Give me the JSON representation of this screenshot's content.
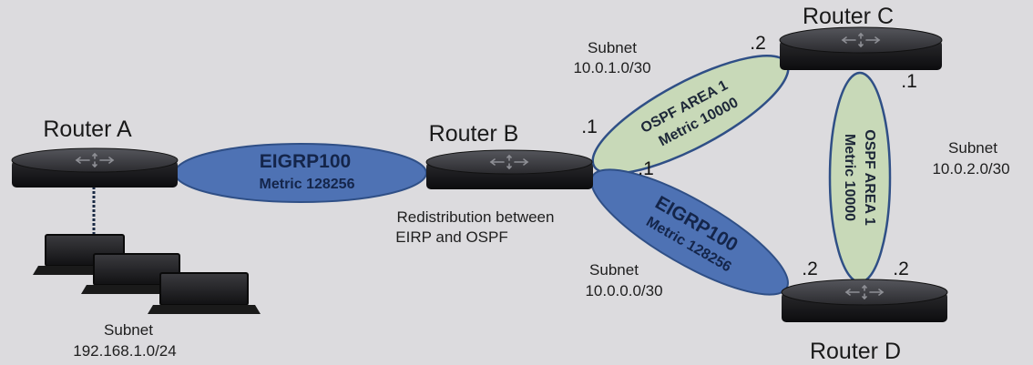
{
  "routers": {
    "a": {
      "label": "Router A"
    },
    "b": {
      "label": "Router B"
    },
    "c": {
      "label": "Router C"
    },
    "d": {
      "label": "Router D"
    }
  },
  "links": {
    "ab": {
      "protocol": "EIGRP100",
      "metric": "Metric 128256"
    },
    "bc": {
      "protocol": "OSPF AREA 1",
      "metric": "Metric 10000"
    },
    "bd": {
      "protocol": "EIGRP100",
      "metric": "Metric 128256"
    },
    "cd": {
      "protocol": "OSPF AREA 1",
      "metric": "Metric 10000"
    }
  },
  "subnets": {
    "bc": {
      "label": "Subnet",
      "value": "10.0.1.0/30"
    },
    "cd": {
      "label": "Subnet",
      "value": "10.0.2.0/30"
    },
    "bd": {
      "label": "Subnet",
      "value": "10.0.0.0/30"
    },
    "lan": {
      "label": "Subnet",
      "value": "192.168.1.0/24"
    }
  },
  "interfaces": {
    "b_to_c": ".1",
    "b_to_d": ".1",
    "c_to_b": ".2",
    "c_to_d": ".1",
    "d_to_b": ".2",
    "d_to_c": ".2"
  },
  "redistribution": {
    "line1": "Redistribution between",
    "line2": "EIRP and OSPF"
  },
  "colors": {
    "background": "#dcdbde",
    "eigrp_fill": "#4e72b4",
    "ospf_fill": "#c8d9b8",
    "link_outline": "#2f4f86",
    "router_body": "#1a1a1c",
    "router_top": "#3a3a3e"
  }
}
